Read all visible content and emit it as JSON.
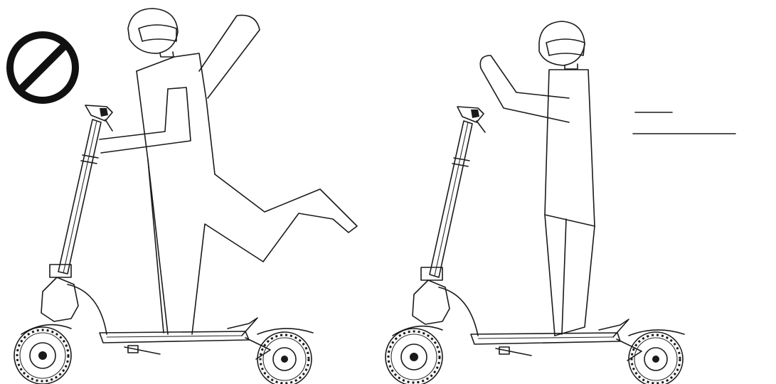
{
  "figure": {
    "panels": [
      {
        "id": "incorrect",
        "indicator": "prohibition-icon",
        "pose": "rider-one-leg-lifted"
      },
      {
        "id": "correct",
        "indicator": "none",
        "pose": "rider-standing-both-feet"
      }
    ],
    "colors": {
      "ink": "#1a1a1a",
      "background": "#ffffff"
    }
  }
}
